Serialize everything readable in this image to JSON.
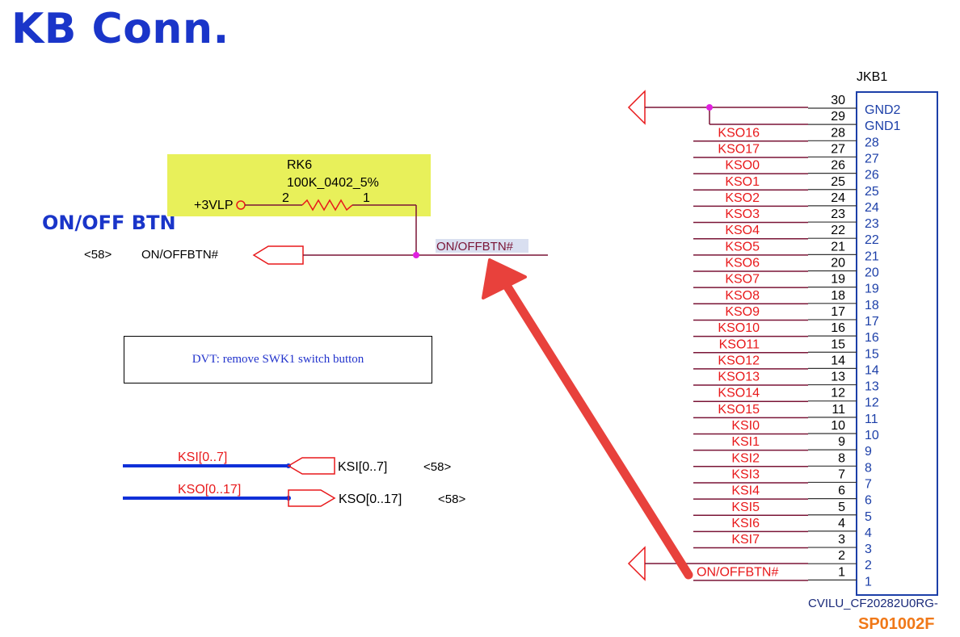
{
  "slide": {
    "title": "KB Conn.",
    "section_label": "ON/OFF BTN"
  },
  "resistor": {
    "refdes": "RK6",
    "value": "100K_0402_5%",
    "pin2": "2",
    "pin1": "1",
    "supply": "+3VLP"
  },
  "net_port": {
    "page_ref": "<58>",
    "name": "ON/OFFBTN#",
    "net_label": "ON/OFFBTN#"
  },
  "note": {
    "text": "DVT: remove SWK1 switch button"
  },
  "buses": [
    {
      "bus_label": "KSI[0..7]",
      "port_label": "KSI[0..7]",
      "page_ref": "<58>"
    },
    {
      "bus_label": "KSO[0..17]",
      "port_label": "KSO[0..17]",
      "page_ref": "<58>"
    }
  ],
  "connector": {
    "refdes": "JKB1",
    "part_value": "CVILU_CF20282U0RG-",
    "part_number": "SP01002F",
    "inner_names": [
      "GND2",
      "GND1",
      "28",
      "27",
      "26",
      "25",
      "24",
      "23",
      "22",
      "21",
      "20",
      "19",
      "18",
      "17",
      "16",
      "15",
      "14",
      "13",
      "12",
      "11",
      "10",
      "9",
      "8",
      "7",
      "6",
      "5",
      "4",
      "3",
      "2",
      "1"
    ],
    "pins": [
      {
        "num": "30",
        "net": ""
      },
      {
        "num": "29",
        "net": ""
      },
      {
        "num": "28",
        "net": "KSO16"
      },
      {
        "num": "27",
        "net": "KSO17"
      },
      {
        "num": "26",
        "net": "KSO0"
      },
      {
        "num": "25",
        "net": "KSO1"
      },
      {
        "num": "24",
        "net": "KSO2"
      },
      {
        "num": "23",
        "net": "KSO3"
      },
      {
        "num": "22",
        "net": "KSO4"
      },
      {
        "num": "21",
        "net": "KSO5"
      },
      {
        "num": "20",
        "net": "KSO6"
      },
      {
        "num": "19",
        "net": "KSO7"
      },
      {
        "num": "18",
        "net": "KSO8"
      },
      {
        "num": "17",
        "net": "KSO9"
      },
      {
        "num": "16",
        "net": "KSO10"
      },
      {
        "num": "15",
        "net": "KSO11"
      },
      {
        "num": "14",
        "net": "KSO12"
      },
      {
        "num": "13",
        "net": "KSO13"
      },
      {
        "num": "12",
        "net": "KSO14"
      },
      {
        "num": "11",
        "net": "KSO15"
      },
      {
        "num": "10",
        "net": "KSI0"
      },
      {
        "num": "9",
        "net": "KSI1"
      },
      {
        "num": "8",
        "net": "KSI2"
      },
      {
        "num": "7",
        "net": "KSI3"
      },
      {
        "num": "6",
        "net": "KSI4"
      },
      {
        "num": "5",
        "net": "KSI5"
      },
      {
        "num": "4",
        "net": "KSI6"
      },
      {
        "num": "3",
        "net": "KSI7"
      },
      {
        "num": "2",
        "net": ""
      },
      {
        "num": "1",
        "net": "ON/OFFBTN#"
      }
    ]
  },
  "colors": {
    "title_blue": "#1a35c9",
    "net_red": "#e8191b",
    "wire": "#7a1436",
    "pin_line": "#333333",
    "connector_blue": "#1c3fa8",
    "bus_blue": "#1030d8",
    "junction": "#e020e0",
    "highlight": "#e8f05a",
    "arrow": "#e8413c",
    "part_orange": "#f07818",
    "note_blue": "#2233cc"
  }
}
